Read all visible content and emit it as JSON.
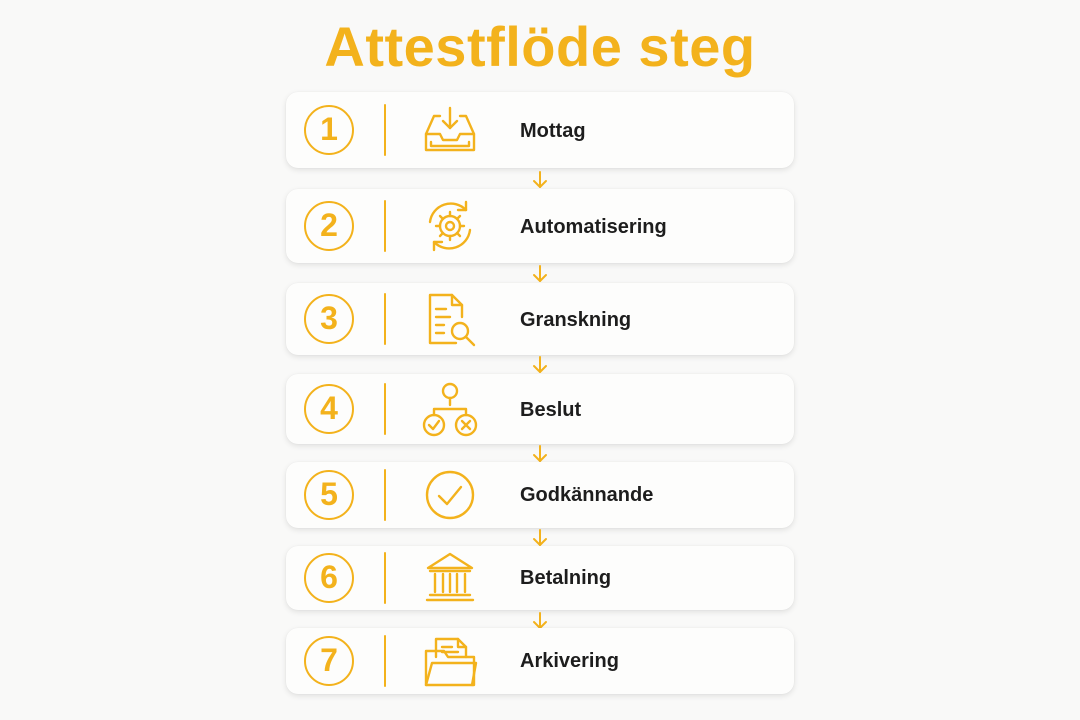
{
  "title": "Attestflöde steg",
  "accent_color": "#f3b21c",
  "steps": [
    {
      "number": "1",
      "label": "Mottag",
      "icon": "inbox-download-icon"
    },
    {
      "number": "2",
      "label": "Automatisering",
      "icon": "gear-cycle-icon"
    },
    {
      "number": "3",
      "label": "Granskning",
      "icon": "document-search-icon"
    },
    {
      "number": "4",
      "label": "Beslut",
      "icon": "decision-branch-icon"
    },
    {
      "number": "5",
      "label": "Godkännande",
      "icon": "check-circle-icon"
    },
    {
      "number": "6",
      "label": "Betalning",
      "icon": "bank-icon"
    },
    {
      "number": "7",
      "label": "Arkivering",
      "icon": "archive-folder-icon"
    }
  ]
}
